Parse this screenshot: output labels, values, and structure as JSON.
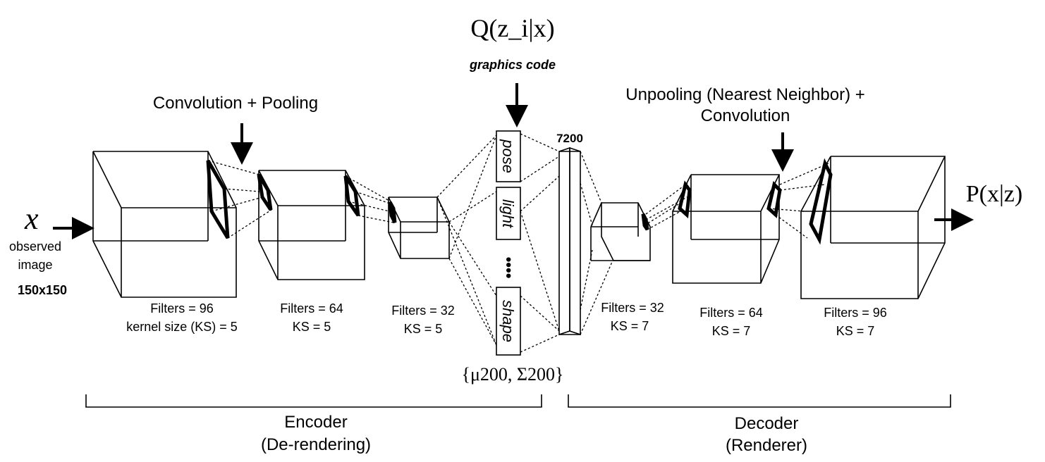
{
  "input": {
    "symbol": "x",
    "caption_line1": "observed",
    "caption_line2": "image",
    "size": "150x150"
  },
  "output": {
    "label": "P(x|z)"
  },
  "top": {
    "q_label": "Q(z_i|x)",
    "graphics_code": "graphics code",
    "conv_pool": "Convolution + Pooling",
    "unpool_line1": "Unpooling (Nearest Neighbor) +",
    "unpool_line2": "Convolution",
    "fc_size": "7200"
  },
  "code_units": [
    "pose",
    "light",
    "shape"
  ],
  "code_dots": "••••",
  "latent_params": "{μ200, Σ200}",
  "encoder_layers": [
    {
      "line1": "Filters = 96",
      "line2": "kernel size (KS) = 5"
    },
    {
      "line1": "Filters = 64",
      "line2": "KS = 5"
    },
    {
      "line1": "Filters = 32",
      "line2": "KS = 5"
    }
  ],
  "decoder_layers": [
    {
      "line1": "Filters = 32",
      "line2": "KS = 7"
    },
    {
      "line1": "Filters = 64",
      "line2": "KS = 7"
    },
    {
      "line1": "Filters = 96",
      "line2": "KS = 7"
    }
  ],
  "encoder_bracket": {
    "line1": "Encoder",
    "line2": "(De-rendering)"
  },
  "decoder_bracket": {
    "line1": "Decoder",
    "line2": "(Renderer)"
  }
}
